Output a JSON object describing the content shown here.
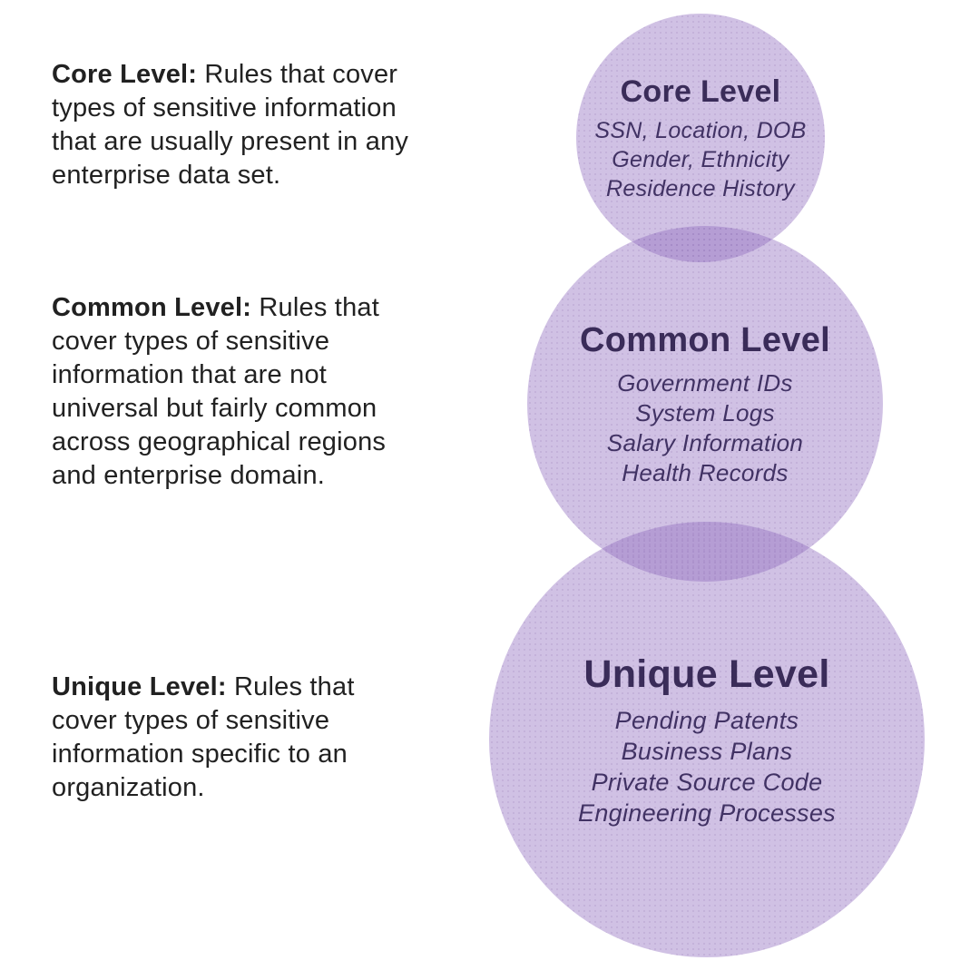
{
  "colors": {
    "page-bg": "#ffffff",
    "circle-fill": "rgba(144,108,190,0.42)",
    "circle-fill-flat": "#d0c1e4",
    "circle-overlap-flat": "#b59dd4",
    "level-title": "#3a2c59",
    "level-items": "#413264",
    "description-text": "#212121"
  },
  "descriptions": [
    {
      "label": "Core Level:",
      "text": "Rules that cover types of sensitive information that are usually present in any enterprise data set."
    },
    {
      "label": "Common Level:",
      "text": "Rules that cover types of sensitive information that are not universal but fairly common across geographical regions and enterprise domain."
    },
    {
      "label": "Unique Level:",
      "text": "Rules that cover types of sensitive information specific to an organization."
    }
  ],
  "levels": [
    {
      "title": "Core Level",
      "items": [
        "SSN, Location, DOB",
        "Gender, Ethnicity",
        "Residence History"
      ]
    },
    {
      "title": "Common Level",
      "items": [
        "Government IDs",
        "System Logs",
        "Salary Information",
        "Health Records"
      ]
    },
    {
      "title": "Unique Level",
      "items": [
        "Pending Patents",
        "Business Plans",
        "Private Source Code",
        "Engineering Processes"
      ]
    }
  ]
}
